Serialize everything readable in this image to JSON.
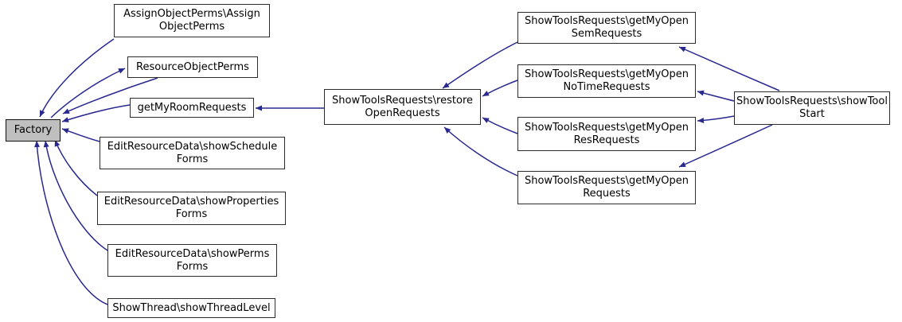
{
  "diagram": {
    "type": "call-graph",
    "colors": {
      "background": "#ffffff",
      "edge": "#28288f",
      "node_fill": "#ffffff",
      "node_border": "#2b2b2b",
      "highlight_fill": "#bfbfbf",
      "text": "#000000"
    },
    "nodes": [
      {
        "id": "factory",
        "label": [
          "Factory"
        ],
        "highlighted": true
      },
      {
        "id": "assign",
        "label": [
          "AssignObjectPerms\\Assign",
          "ObjectPerms"
        ]
      },
      {
        "id": "resource",
        "label": [
          "ResourceObjectPerms"
        ]
      },
      {
        "id": "room",
        "label": [
          "getMyRoomRequests"
        ]
      },
      {
        "id": "schedule",
        "label": [
          "EditResourceData\\showSchedule",
          "Forms"
        ]
      },
      {
        "id": "properties",
        "label": [
          "EditResourceData\\showProperties",
          "Forms"
        ]
      },
      {
        "id": "perms",
        "label": [
          "EditResourceData\\showPerms",
          "Forms"
        ]
      },
      {
        "id": "thread",
        "label": [
          "ShowThread\\showThreadLevel"
        ]
      },
      {
        "id": "restore",
        "label": [
          "ShowToolsRequests\\restore",
          "OpenRequests"
        ]
      },
      {
        "id": "sem",
        "label": [
          "ShowToolsRequests\\getMyOpen",
          "SemRequests"
        ]
      },
      {
        "id": "notime",
        "label": [
          "ShowToolsRequests\\getMyOpen",
          "NoTimeRequests"
        ]
      },
      {
        "id": "res",
        "label": [
          "ShowToolsRequests\\getMyOpen",
          "ResRequests"
        ]
      },
      {
        "id": "requests",
        "label": [
          "ShowToolsRequests\\getMyOpen",
          "Requests"
        ]
      },
      {
        "id": "toolstart",
        "label": [
          "ShowToolsRequests\\showTool",
          "Start"
        ]
      }
    ],
    "edges": [
      {
        "from": "assign",
        "to": "factory"
      },
      {
        "from": "resource",
        "to": "factory"
      },
      {
        "from": "factory",
        "to": "resource"
      },
      {
        "from": "room",
        "to": "factory"
      },
      {
        "from": "schedule",
        "to": "factory"
      },
      {
        "from": "properties",
        "to": "factory"
      },
      {
        "from": "perms",
        "to": "factory"
      },
      {
        "from": "thread",
        "to": "factory"
      },
      {
        "from": "restore",
        "to": "room"
      },
      {
        "from": "sem",
        "to": "restore"
      },
      {
        "from": "notime",
        "to": "restore"
      },
      {
        "from": "res",
        "to": "restore"
      },
      {
        "from": "requests",
        "to": "restore"
      },
      {
        "from": "toolstart",
        "to": "sem"
      },
      {
        "from": "toolstart",
        "to": "notime"
      },
      {
        "from": "toolstart",
        "to": "res"
      },
      {
        "from": "toolstart",
        "to": "requests"
      }
    ]
  }
}
